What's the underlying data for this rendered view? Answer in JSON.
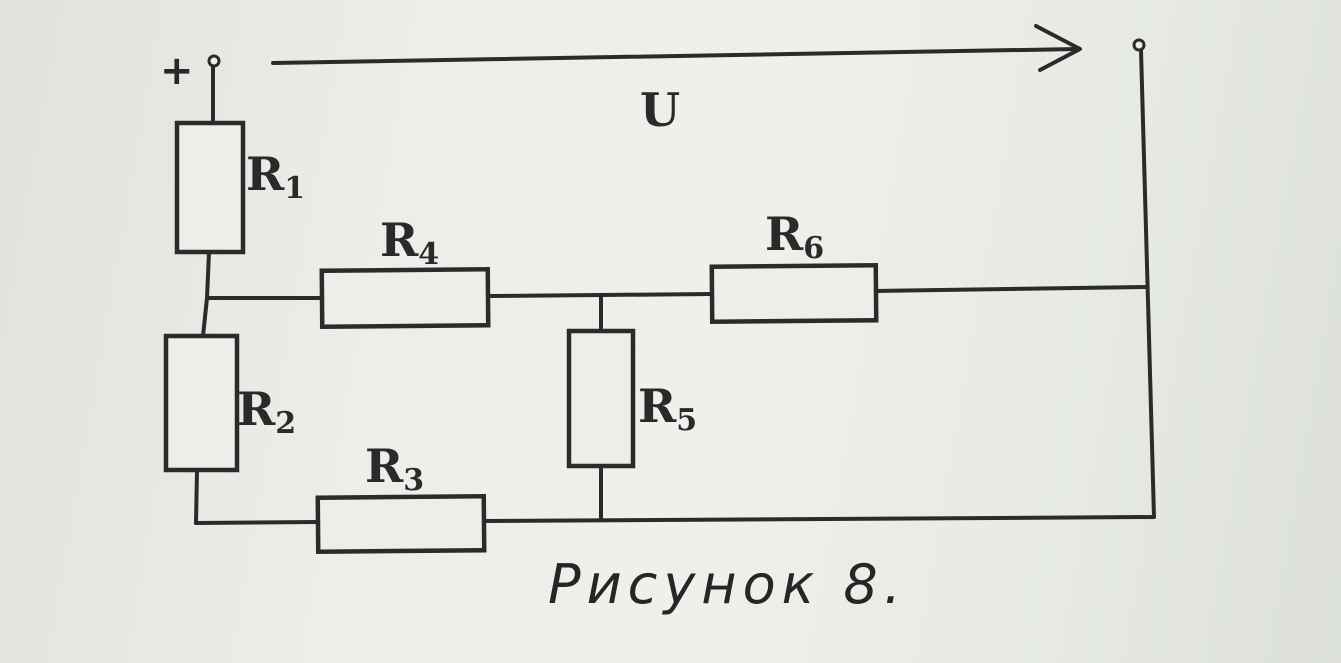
{
  "diagram": {
    "plus_sign": "+",
    "voltage_label": "U",
    "resistors": [
      {
        "main": "R",
        "sub": "1"
      },
      {
        "main": "R",
        "sub": "2"
      },
      {
        "main": "R",
        "sub": "3"
      },
      {
        "main": "R",
        "sub": "4"
      },
      {
        "main": "R",
        "sub": "5"
      },
      {
        "main": "R",
        "sub": "6"
      }
    ],
    "caption": "Рисунок 8."
  }
}
